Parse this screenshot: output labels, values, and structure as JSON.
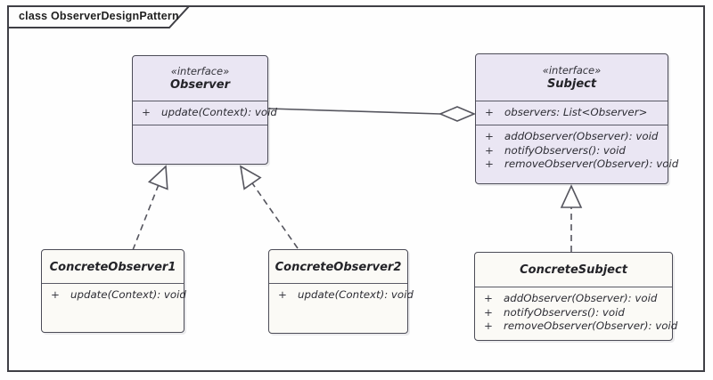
{
  "frame": {
    "title": "class ObserverDesignPattern"
  },
  "colors": {
    "interface_fill": "#eae6f3",
    "class_fill": "#fbfaf6",
    "border": "#4c4c57",
    "connector": "#55555e",
    "text": "#2e2e33",
    "background": "#fefefe"
  },
  "classes": {
    "observer": {
      "stereotype": "«interface»",
      "name": "Observer",
      "operations": [
        {
          "v": "+",
          "s": "update(Context): void"
        }
      ]
    },
    "subject": {
      "stereotype": "«interface»",
      "name": "Subject",
      "attributes": [
        {
          "v": "+",
          "s": "observers: List<Observer>"
        }
      ],
      "operations": [
        {
          "v": "+",
          "s": "addObserver(Observer): void"
        },
        {
          "v": "+",
          "s": "notifyObservers(): void"
        },
        {
          "v": "+",
          "s": "removeObserver(Observer): void"
        }
      ]
    },
    "concrete_observer1": {
      "name": "ConcreteObserver1",
      "operations": [
        {
          "v": "+",
          "s": "update(Context): void"
        }
      ]
    },
    "concrete_observer2": {
      "name": "ConcreteObserver2",
      "operations": [
        {
          "v": "+",
          "s": "update(Context): void"
        }
      ]
    },
    "concrete_subject": {
      "name": "ConcreteSubject",
      "operations": [
        {
          "v": "+",
          "s": "addObserver(Observer): void"
        },
        {
          "v": "+",
          "s": "notifyObservers(): void"
        },
        {
          "v": "+",
          "s": "removeObserver(Observer): void"
        }
      ]
    }
  },
  "relationships": {
    "aggregation": "Subject o— Observer",
    "realization1": "ConcreteObserver1 ..|> Observer",
    "realization2": "ConcreteObserver2 ..|> Observer",
    "realization3": "ConcreteSubject ..|> Subject"
  }
}
